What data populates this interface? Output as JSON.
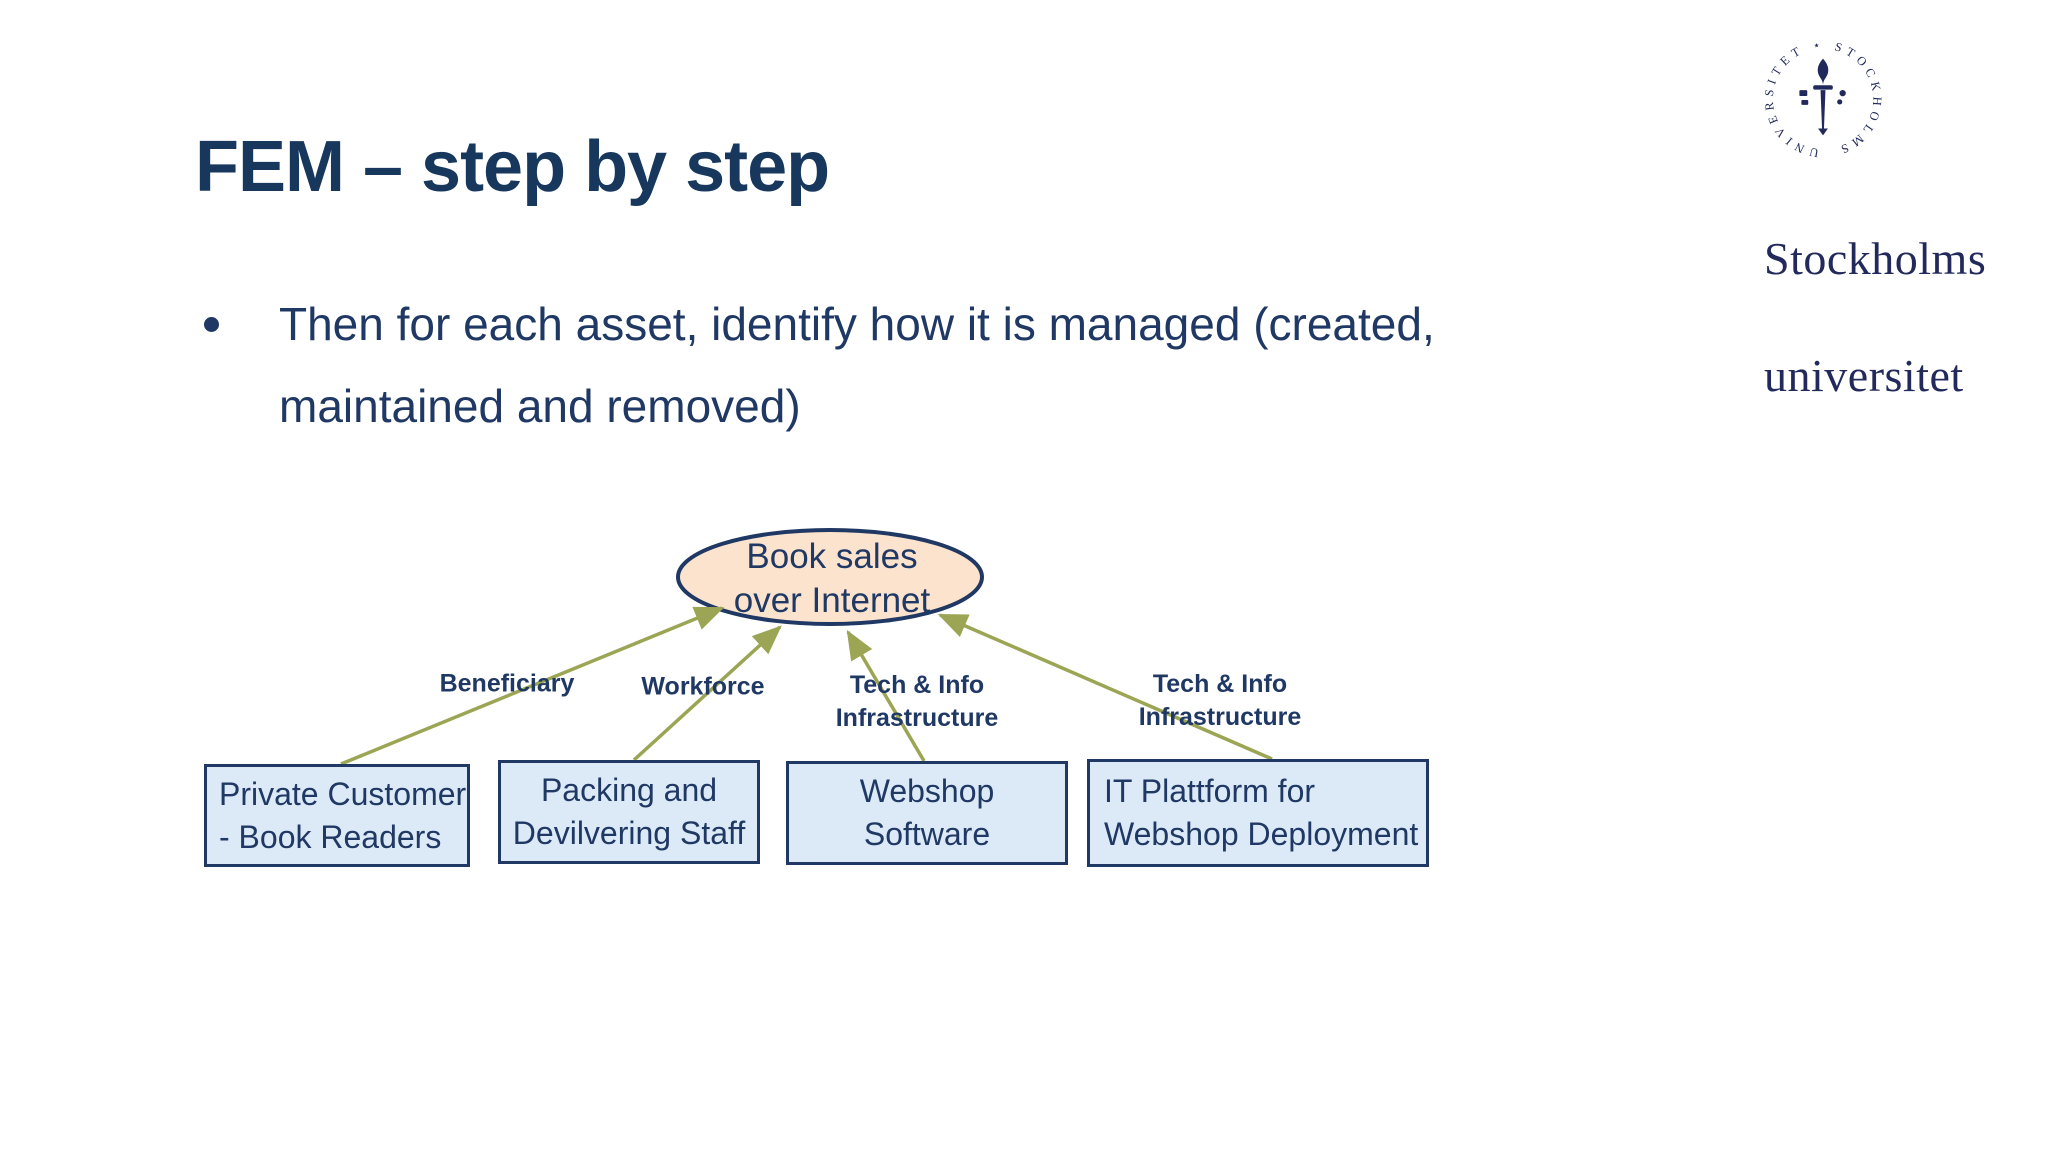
{
  "slide": {
    "title": "FEM – step by step",
    "bullet_text": "Then for each asset, identify how it is managed (created,\nmaintained and removed)",
    "logo": {
      "seal_text": "UNIVERSITET ⋆ STOCKHOLMS",
      "wordmark_line1": "Stockholms",
      "wordmark_line2": "universitet"
    },
    "diagram": {
      "central_node": "Book sales\nover Internet",
      "edges": [
        {
          "label": "Beneficiary"
        },
        {
          "label": "Workforce"
        },
        {
          "label": "Tech & Info\nInfrastructure"
        },
        {
          "label": "Tech & Info\nInfrastructure"
        }
      ],
      "asset_boxes": [
        {
          "text": "Private Customer\n- Book Readers"
        },
        {
          "text": "Packing and\nDevilvering Staff"
        },
        {
          "text": "Webshop\nSoftware"
        },
        {
          "text": "IT Plattform for\nWebshop Deployment"
        }
      ]
    },
    "colors": {
      "navy": "#1F3864",
      "title_navy": "#17375D",
      "ellipse_fill": "#FBE3CD",
      "box_fill": "#DCE9F7",
      "arrow_olive": "#9BA554",
      "logo_navy": "#222A5C"
    }
  }
}
